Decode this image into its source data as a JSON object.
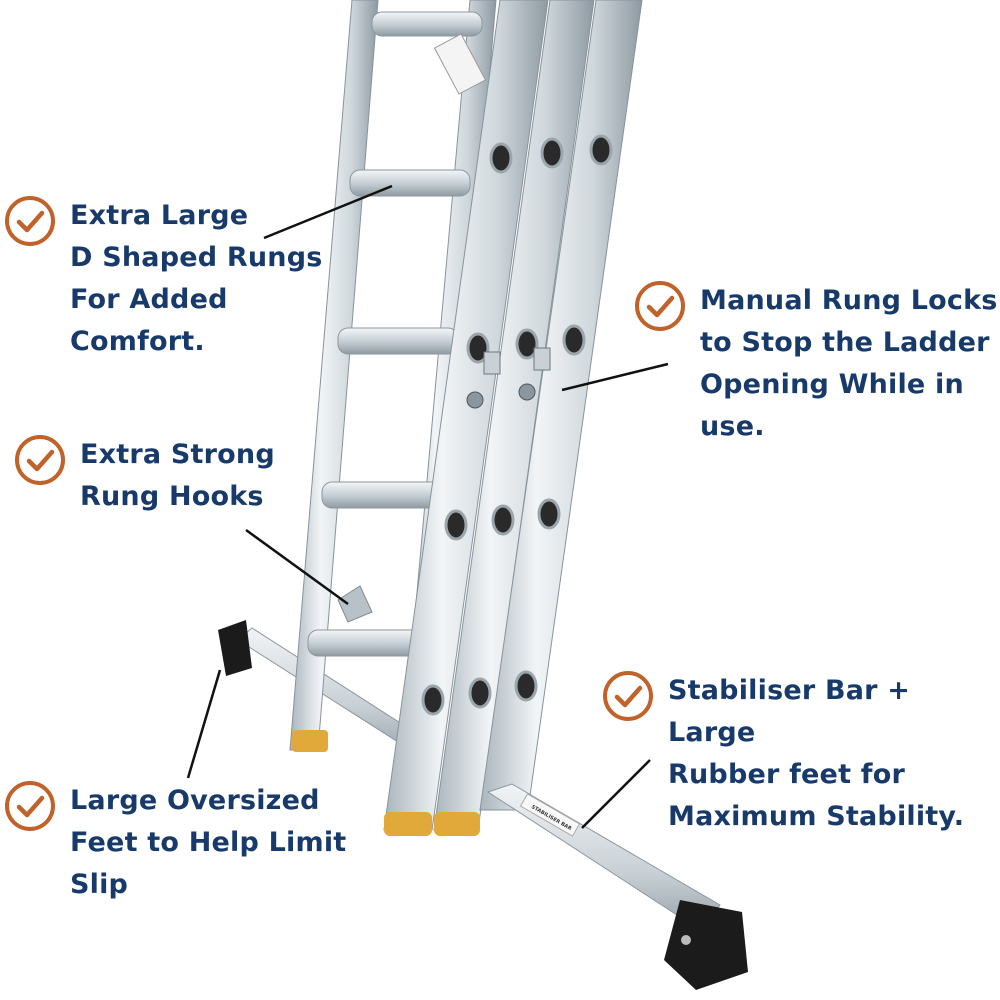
{
  "colors": {
    "text": "#173a6b",
    "check_accent": "#c0622a",
    "aluminium_light": "#e4eaee",
    "aluminium_dark": "#9aa6ae",
    "foot_black": "#1b1b1b",
    "foot_orange": "#e0a93a"
  },
  "callouts": [
    {
      "icon": "check-circle-icon",
      "text": "Extra Large\nD Shaped Rungs\nFor Added\nComfort."
    },
    {
      "icon": "check-circle-icon",
      "text": "Extra Strong\nRung Hooks"
    },
    {
      "icon": "check-circle-icon",
      "text": "Large Oversized\nFeet to Help Limit\nSlip"
    },
    {
      "icon": "check-circle-icon",
      "text": "Manual Rung Locks\nto Stop the Ladder\nOpening While in\nuse."
    },
    {
      "icon": "check-circle-icon",
      "text": "Stabiliser Bar + Large\nRubber feet for\nMaximum Stability."
    }
  ],
  "stabiliser_label": "STABILISER BAR"
}
